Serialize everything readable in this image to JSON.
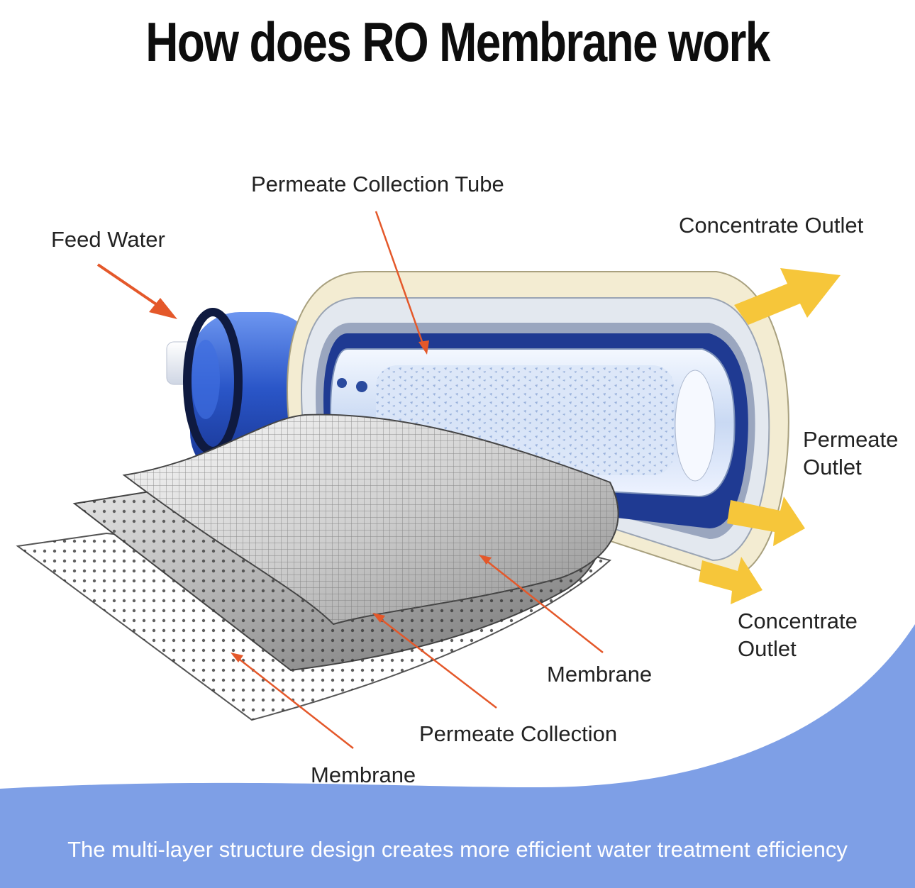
{
  "title": "How does RO Membrane work",
  "labels": {
    "feed_water": "Feed Water",
    "permeate_tube": "Permeate Collection Tube",
    "concentrate_top": "Concentrate Outlet",
    "permeate_outlet_1": "Permeate",
    "permeate_outlet_2": "Outlet",
    "concentrate_bottom_1": "Concentrate",
    "concentrate_bottom_2": "Outlet",
    "membrane_upper": "Membrane",
    "permeate_collection": "Permeate Collection",
    "membrane_lower": "Membrane"
  },
  "footer": "The multi-layer structure design creates more efficient water treatment efficiency",
  "colors": {
    "pointer_arrow": "#e4582a",
    "outlet_arrow": "#f6c63a",
    "wave": "#7e9fe6",
    "cartridge_blue": "#2f5fd0",
    "outer_shell": "#f3ecd2"
  }
}
